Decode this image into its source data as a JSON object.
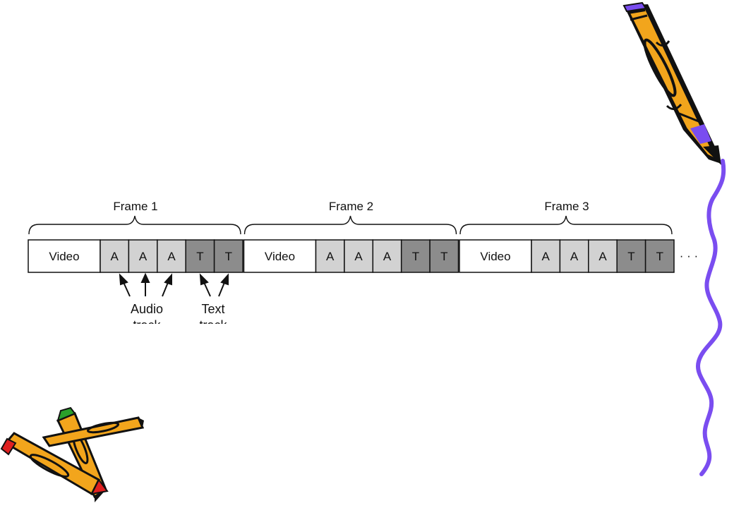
{
  "frames": [
    {
      "label": "Frame 1",
      "cells": [
        {
          "kind": "video",
          "label": "Video"
        },
        {
          "kind": "audio",
          "label": "A"
        },
        {
          "kind": "audio",
          "label": "A"
        },
        {
          "kind": "audio",
          "label": "A"
        },
        {
          "kind": "text",
          "label": "T"
        },
        {
          "kind": "text",
          "label": "T"
        }
      ]
    },
    {
      "label": "Frame 2",
      "cells": [
        {
          "kind": "video",
          "label": "Video"
        },
        {
          "kind": "audio",
          "label": "A"
        },
        {
          "kind": "audio",
          "label": "A"
        },
        {
          "kind": "audio",
          "label": "A"
        },
        {
          "kind": "text",
          "label": "T"
        },
        {
          "kind": "text",
          "label": "T"
        }
      ]
    },
    {
      "label": "Frame 3",
      "cells": [
        {
          "kind": "video",
          "label": "Video"
        },
        {
          "kind": "audio",
          "label": "A"
        },
        {
          "kind": "audio",
          "label": "A"
        },
        {
          "kind": "audio",
          "label": "A"
        },
        {
          "kind": "text",
          "label": "T"
        },
        {
          "kind": "text",
          "label": "T"
        }
      ]
    }
  ],
  "continuation": "· · ·",
  "annotations": {
    "audio_label": "Audio",
    "audio_label_line2": "track",
    "text_label": "Text",
    "text_label_line2": "track"
  },
  "colors": {
    "video_fill": "#ffffff",
    "audio_fill": "#d2d2d2",
    "text_fill": "#8c8c8c",
    "outline": "#111111",
    "pencil_body": "#f2a51c",
    "pencil_purple": "#7a4df0",
    "pencil_red": "#e02020",
    "pencil_green": "#2aa02a",
    "squiggle": "#7a4df0"
  },
  "decorations": {
    "top_right": "pencil-clipart",
    "right_edge": "purple-squiggle-line",
    "bottom_left": "crossed-pencils-clipart"
  }
}
